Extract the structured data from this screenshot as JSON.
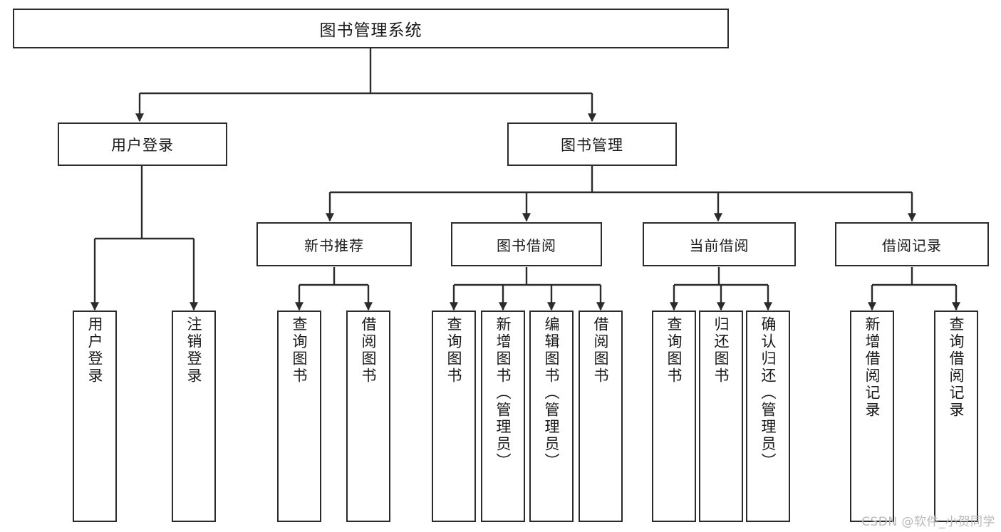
{
  "diagram": {
    "title": "图书管理系统",
    "type": "tree",
    "colors": {
      "box_border": "#2b2b2b",
      "box_fill": "#ffffff",
      "connector": "#2b2b2b",
      "text": "#1a1a1a",
      "watermark": "#b9b9b9",
      "background": "#ffffff"
    },
    "watermark": "CSDN @软件_小贺同学",
    "nodes": {
      "root": {
        "label": "图书管理系统"
      },
      "level1": [
        {
          "label": "用户登录"
        },
        {
          "label": "图书管理"
        }
      ],
      "level2": [
        {
          "label": "新书推荐"
        },
        {
          "label": "图书借阅"
        },
        {
          "label": "当前借阅"
        },
        {
          "label": "借阅记录"
        }
      ],
      "leaves_user_login": [
        {
          "label": "用户登录"
        },
        {
          "label": "注销登录"
        }
      ],
      "leaves_new_book": [
        {
          "label": "查询图书"
        },
        {
          "label": "借阅图书"
        }
      ],
      "leaves_borrow": [
        {
          "label": "查询图书"
        },
        {
          "label": "新增图书（管理员）"
        },
        {
          "label": "编辑图书（管理员）"
        },
        {
          "label": "借阅图书"
        }
      ],
      "leaves_current": [
        {
          "label": "查询图书"
        },
        {
          "label": "归还图书"
        },
        {
          "label": "确认归还（管理员）"
        }
      ],
      "leaves_records": [
        {
          "label": "新增借阅记录"
        },
        {
          "label": "查询借阅记录"
        }
      ]
    }
  }
}
